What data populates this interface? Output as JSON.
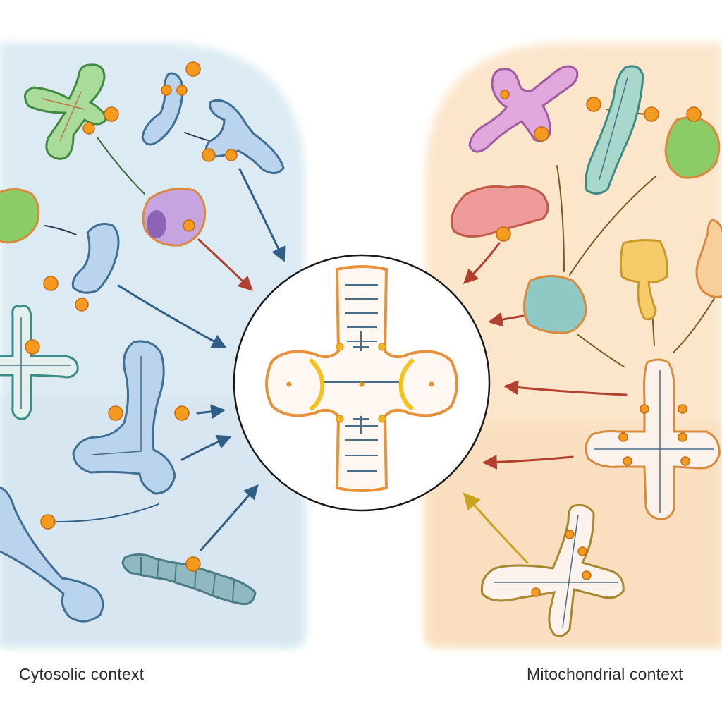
{
  "panels": {
    "left": {
      "label": "Cytosolic context",
      "tint": "#dcebf3"
    },
    "right": {
      "label": "Mitochondrial context",
      "tint": "#fbe6cc"
    }
  },
  "colors": {
    "node": "#f39a1f",
    "outline_blue": "#3f6f93",
    "outline_orange": "#d98a3c",
    "arrow_blue": "#2f5f86",
    "arrow_red": "#b2402e",
    "arrow_gold": "#c9a21e",
    "center_ring": "#1a1a1a"
  },
  "shapes": {
    "left": [
      "green-cross-molecule",
      "blue-bent-molecule",
      "blue-hook-molecule",
      "green-globule",
      "purple-barrel-molecule",
      "blue-curved-molecule",
      "blue-cross-molecule",
      "blue-y-molecule",
      "blue-rod-molecule",
      "teal-helix-molecule"
    ],
    "right": [
      "pink-cross-molecule",
      "teal-rod-molecule",
      "green-globule",
      "red-capsule-molecule",
      "teal-globule",
      "yellow-mushroom-molecule",
      "orange-coil-molecule",
      "white-cross-molecule",
      "white-cross-molecule-lower"
    ]
  },
  "center": {
    "shape": "trna-cloverleaf-cross"
  }
}
